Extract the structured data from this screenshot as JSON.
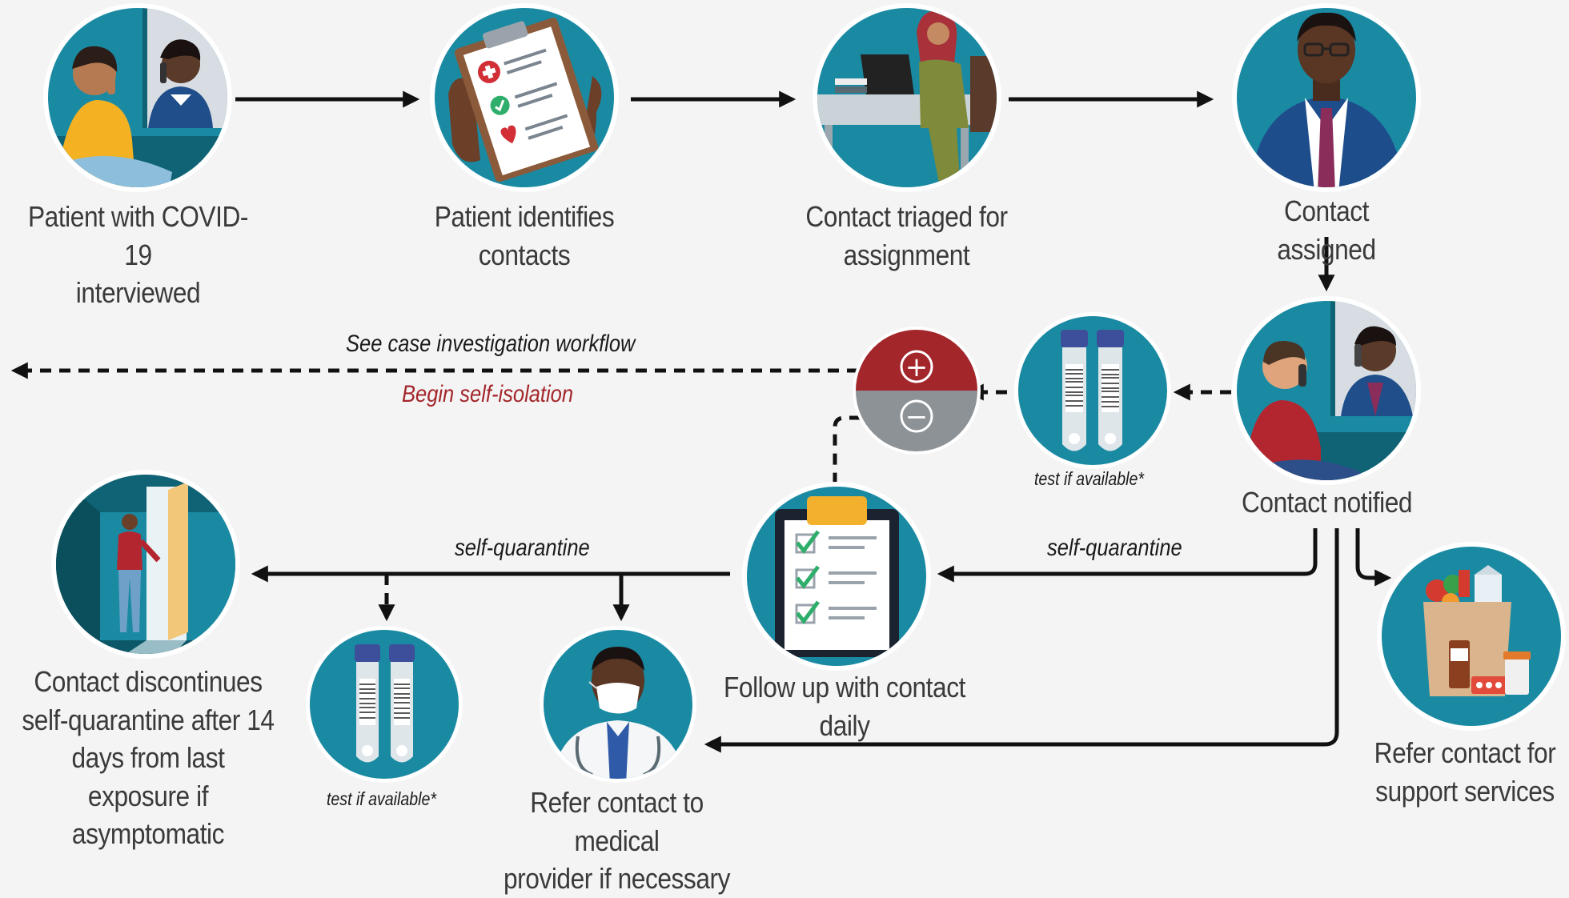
{
  "steps": {
    "interview": {
      "line1": "Patient with COVID-19",
      "line2": "interviewed"
    },
    "identify": {
      "line1": "Patient identifies contacts"
    },
    "triage": {
      "line1": "Contact triaged for",
      "line2": "assignment"
    },
    "assigned": {
      "line1": "Contact assigned"
    },
    "notified": {
      "line1": "Contact notified"
    },
    "followup": {
      "line1": "Follow up with contact daily"
    },
    "support": {
      "line1": "Refer contact for",
      "line2": "support services"
    },
    "medical": {
      "line1": "Refer contact to medical",
      "line2": "provider if necessary"
    },
    "discontinue": {
      "line1": "Contact discontinues",
      "line2": "self-quarantine after 14",
      "line3": "days from last exposure if",
      "line4": "asymptomatic"
    }
  },
  "annotations": {
    "case_workflow": "See case investigation workflow",
    "self_isolation": "Begin self-isolation",
    "quarantine_right": "self-quarantine",
    "quarantine_left": "self-quarantine",
    "test_upper": "test if available*",
    "test_lower": "test if available*"
  },
  "result_symbols": {
    "positive": "+",
    "negative": "−"
  },
  "colors": {
    "teal": "#1a8aa3",
    "dark_teal": "#0f6374",
    "red": "#a3262b",
    "text": "#3a3a3a",
    "arrow": "#111111",
    "background": "#f4f4f4"
  },
  "icons": [
    "phone-interview-icon",
    "clipboard-contacts-icon",
    "triage-desk-icon",
    "assigned-person-icon",
    "notified-call-icon",
    "test-tubes-icon",
    "test-result-icon",
    "daily-checklist-icon",
    "groceries-support-icon",
    "doctor-mask-icon",
    "door-exit-icon"
  ]
}
